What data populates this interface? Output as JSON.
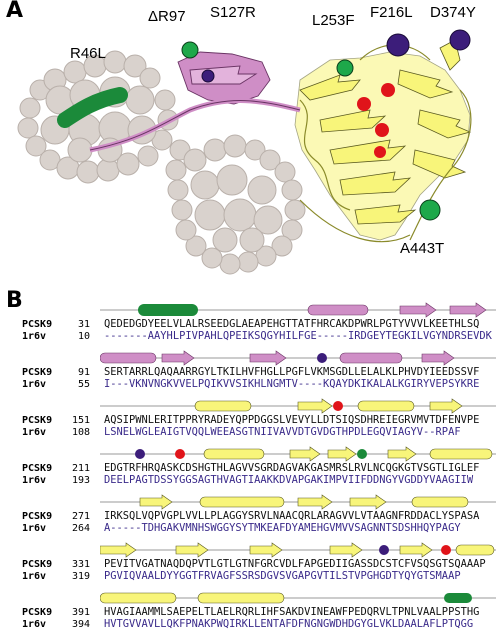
{
  "panelA": {
    "letter": "A",
    "mutations": [
      "R46L",
      "ΔR97",
      "S127R",
      "L253F",
      "F216L",
      "D374Y",
      "A443T"
    ]
  },
  "panelB": {
    "letter": "B",
    "blocks": [
      {
        "q_name": "PCSK9",
        "q_start": "31",
        "q_seq": "QEDEDGDYEELVLALRSEEDGLAEAPEHGTTATFHRCAKDPWRLPGTYVVVLKEETHLSQ",
        "t_name": "1r6v",
        "t_start": "10",
        "t_seq": "-------AAYHLPIVPAHLQPEIKSQGYHILFGE-----IRDGEYTEGKILVGYNDRSEVDK"
      },
      {
        "q_name": "PCSK9",
        "q_start": "91",
        "q_seq": "SERTARRLQAQAARRGYLTKILHVFHGLLPGFLVKMSGDLLELALKLPHVDYIEEDSSVF",
        "t_name": "1r6v",
        "t_start": "55",
        "t_seq": "I---VKNVNGKVVELPQIKVVSIKHLNGMTV----KQAYDKIKALALKGIRYVEPSYKRE"
      },
      {
        "q_name": "PCSK9",
        "q_start": "151",
        "q_seq": "AQSIPWNLERITPPRYRADEYQPPDGGSLVEVYLLDTSIQSDHREIEGRVMVTDFENVPE",
        "t_name": "1r6v",
        "t_start": "108",
        "t_seq": "LSNELWGLEAIGTVQQLWEEASGTNIIVAVVDTGVDGTHPDLEGQVIAGYV--RPAF"
      },
      {
        "q_name": "PCSK9",
        "q_start": "211",
        "q_seq": "EDGTRFHRQASKCDSHGTHLAGVVSGRDAGVAKGASMRSLRVLNCQGKGTVSGTLIGLEF",
        "t_name": "1r6v",
        "t_start": "193",
        "t_seq": "DEELPAGTDSSYGGSAGTHVAGTIAAKKDVAPGAKIMPVIIFDDNGYVGDDYVAAGIIW"
      },
      {
        "q_name": "PCSK9",
        "q_start": "271",
        "q_seq": "IRKSQLVQPVGPLVVLLPLAGGYSRVLNAACQRLARAGVVLVTAAGNFRDDACLYSPASA",
        "t_name": "1r6v",
        "t_start": "264",
        "t_seq": "A-----TDHGAKVMNHSWGGYSYTMKEAFDYAMEHGVMVVSAGNNTSDSHHQYPAGY"
      },
      {
        "q_name": "PCSK9",
        "q_start": "331",
        "q_seq": "PEVITVGATNAQDQPVTLGTLGTNFGRCVDLFAPGEDIIGASSDCSTCFVSQSGTSQAAAP",
        "t_name": "1r6v",
        "t_start": "319",
        "t_seq": "PGVIQVAALDYYGGTFRVAGFSSRSDGVSVGAPGVTILSTVPGHGDTYQYGTSMAAP"
      },
      {
        "q_name": "PCSK9",
        "q_start": "391",
        "q_seq": "HVAGIAAMMLSAEPELTLAELRQRLIHFSAKDVINEAWFPEDQRVLTPNLVAALPPSTHG",
        "t_name": "1r6v",
        "t_start": "394",
        "t_seq": "HVTGVVAVLLQKFPNAKPWQIRKLLENTAFDFNGNGWDHDGYGLVKLDAALAFLPTQGG"
      }
    ]
  }
}
